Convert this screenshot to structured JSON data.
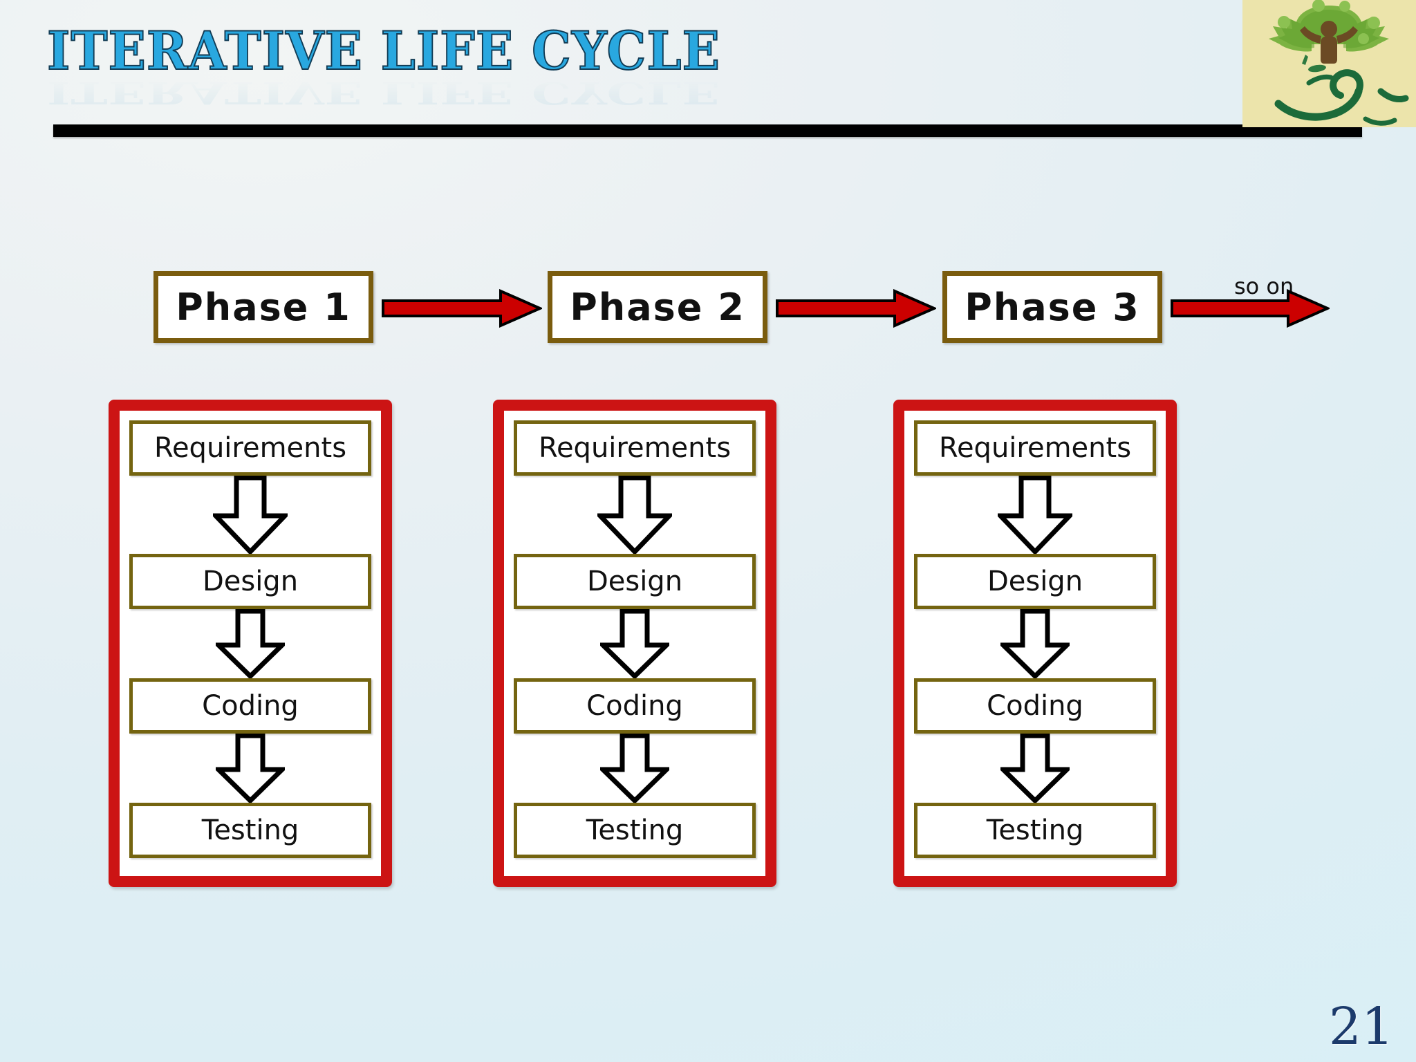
{
  "slide": {
    "title": "ITERATIVE LIFE CYCLE",
    "page_number": "21",
    "background_colors": {
      "top_left": "#f2f5f4",
      "bottom_right": "#d8eff6"
    },
    "title_color": "#29a8e0",
    "title_outline_color": "#123c55",
    "rule_color": "#000000",
    "page_number_color": "#1b3a6b"
  },
  "logo": {
    "name": "naqaddar-tree-logo",
    "background_color": "#ece4ab",
    "tree_color": "#6aa73b",
    "trunk_color": "#6b4a24",
    "script_color": "#1c6b3a",
    "script_text": "نقدّر"
  },
  "phases": [
    {
      "label": "Phase 1"
    },
    {
      "label": "Phase 2"
    },
    {
      "label": "Phase 3"
    }
  ],
  "arrows": {
    "fill_color": "#cc0000",
    "outline_color": "#000000",
    "so_on_label": "so on"
  },
  "column_frame": {
    "border_color": "#cc1414",
    "fill_color": "#ffffff"
  },
  "stage_box": {
    "border_color": "#746410",
    "fill_color": "#ffffff"
  },
  "columns": [
    {
      "phase": "Phase 1",
      "stages": [
        "Requirements",
        "Design",
        "Coding",
        "Testing"
      ]
    },
    {
      "phase": "Phase 2",
      "stages": [
        "Requirements",
        "Design",
        "Coding",
        "Testing"
      ]
    },
    {
      "phase": "Phase 3",
      "stages": [
        "Requirements",
        "Design",
        "Coding",
        "Testing"
      ]
    }
  ]
}
